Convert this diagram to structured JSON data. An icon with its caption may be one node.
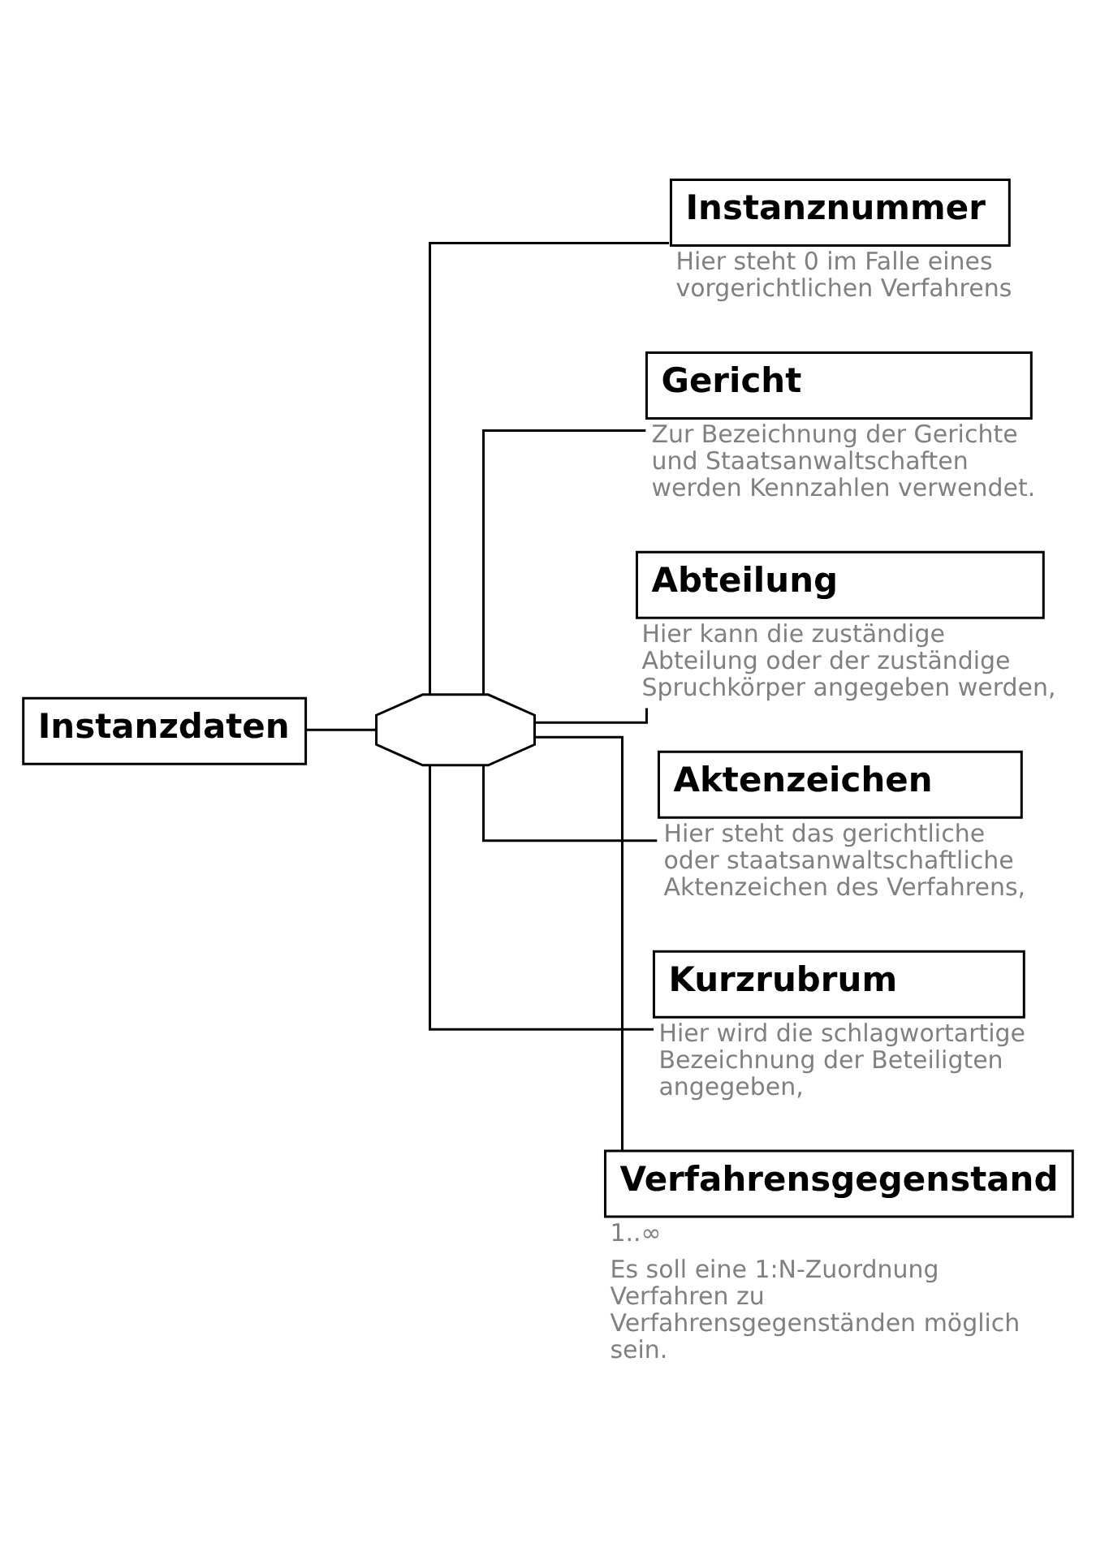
{
  "diagram": {
    "nodes": [
      {
        "text": [
          "Instanzdaten"
        ]
      },
      {
        "text": [],
        "shape": "octagon"
      },
      {
        "text": [
          "Instanznummer"
        ],
        "beside": [
          "Hier steht 0 im Falle eines vorgerichtlichen Verfahrens"
        ]
      },
      {
        "text": [
          "Gericht"
        ],
        "beside": [
          "Zur Bezeichnung der Gerichte und Staatsanwaltschaften werden Kennzahlen verwendet."
        ]
      },
      {
        "text": [
          "Abteilung"
        ],
        "beside": [
          "Hier kann die zuständige Abteilung oder der zuständige Spruchkörper angegeben werden,"
        ]
      },
      {
        "text": [
          "Aktenzeichen"
        ],
        "beside": [
          "Hier steht das gerichtliche oder staatsanwaltschaftliche Aktenzeichen des Verfahrens,"
        ]
      },
      {
        "text": [
          "Kurzrubrum"
        ],
        "beside": [
          "Hier wird die schlagwortartige Bezeichnung der Beteiligten angegeben,"
        ]
      },
      {
        "text": [
          "Verfahrensgegenstand"
        ],
        "beside": [
          "1..∞",
          "Es soll eine 1:N-Zuordnung Verfahren zu Verfahrensgegenständen möglich sein."
        ]
      }
    ],
    "edges": [
      {
        "from": 0,
        "to": 1,
        "arrow": "none"
      },
      {
        "from": 1,
        "to": 2,
        "arrow": "none"
      },
      {
        "from": 1,
        "to": 3,
        "arrow": "none"
      },
      {
        "from": 1,
        "to": 4,
        "arrow": "none"
      },
      {
        "from": 1,
        "to": 5,
        "arrow": "none"
      },
      {
        "from": 1,
        "to": 6,
        "arrow": "none"
      },
      {
        "from": 1,
        "to": 7,
        "arrow": "none"
      }
    ]
  }
}
